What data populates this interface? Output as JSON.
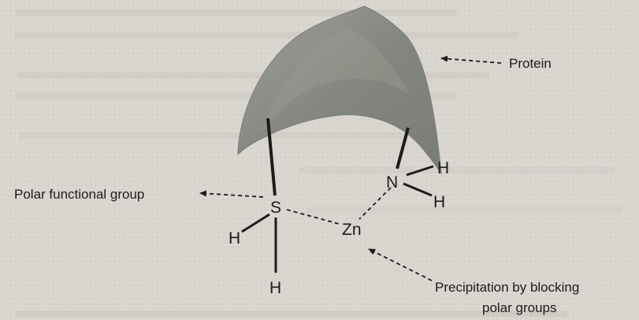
{
  "labels": {
    "protein": "Protein",
    "polar_group": "Polar functional group",
    "precipitation_line1": "Precipitation by blocking",
    "precipitation_line2": "polar groups"
  },
  "atoms": {
    "sulfur": "S",
    "nitrogen": "N",
    "zinc": "Zn",
    "h_n_top": "H",
    "h_n_bottom": "H",
    "h_s_left": "H",
    "h_s_bottom": "H"
  },
  "colors": {
    "page": "#d9d5cf",
    "protein_fill": "#8c8f89",
    "ink": "#1c1c1c"
  }
}
